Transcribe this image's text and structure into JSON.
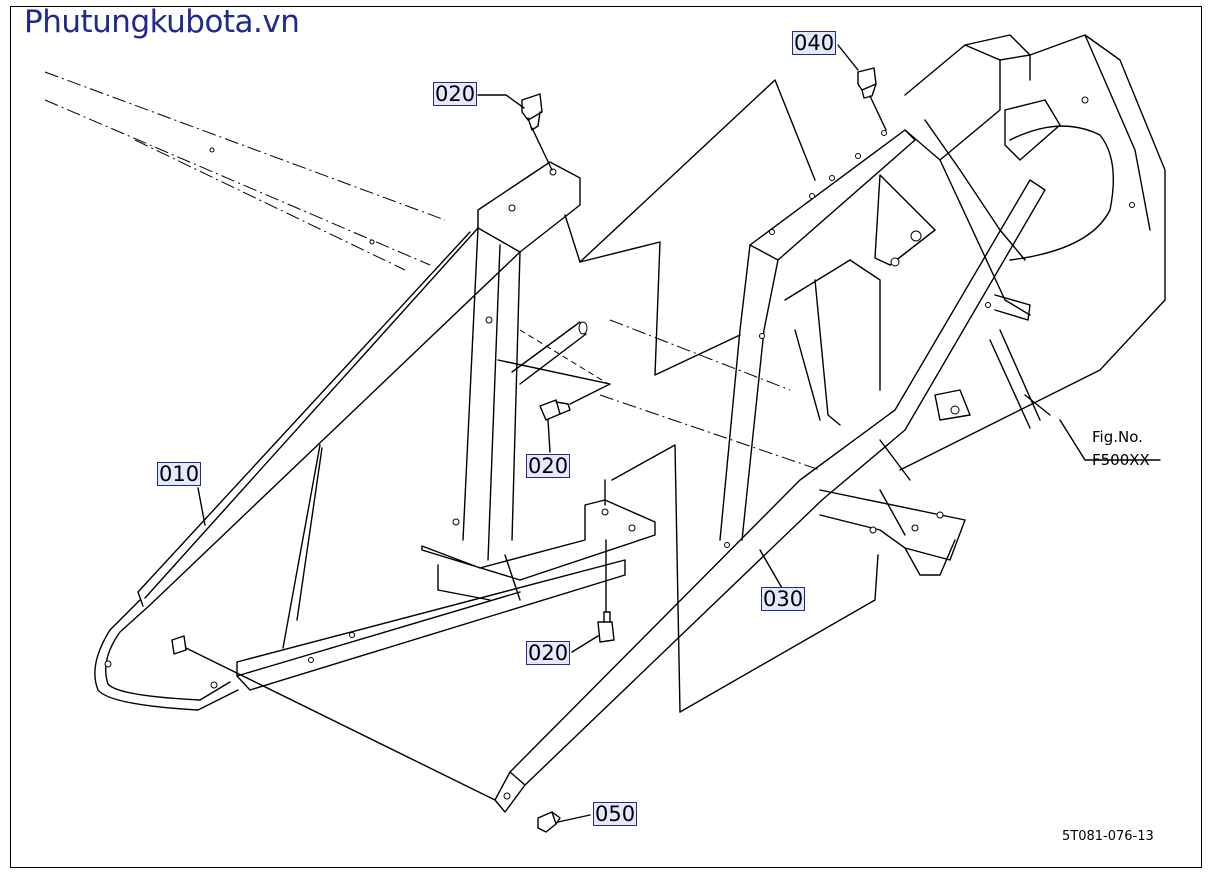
{
  "watermark": "Phutungkubota.vn",
  "callouts": {
    "c020_top": "020",
    "c040": "040",
    "c010": "010",
    "c020_mid": "020",
    "c030": "030",
    "c020_low": "020",
    "c050": "050"
  },
  "figure": {
    "fig_label": "Fig.No.",
    "fig_number": "F500XX",
    "doc_number": "5T081-076-13"
  },
  "colors": {
    "watermark": "#1f2a8c",
    "callout_fill": "#e4e9fb",
    "callout_border": "#1f2a8c"
  }
}
